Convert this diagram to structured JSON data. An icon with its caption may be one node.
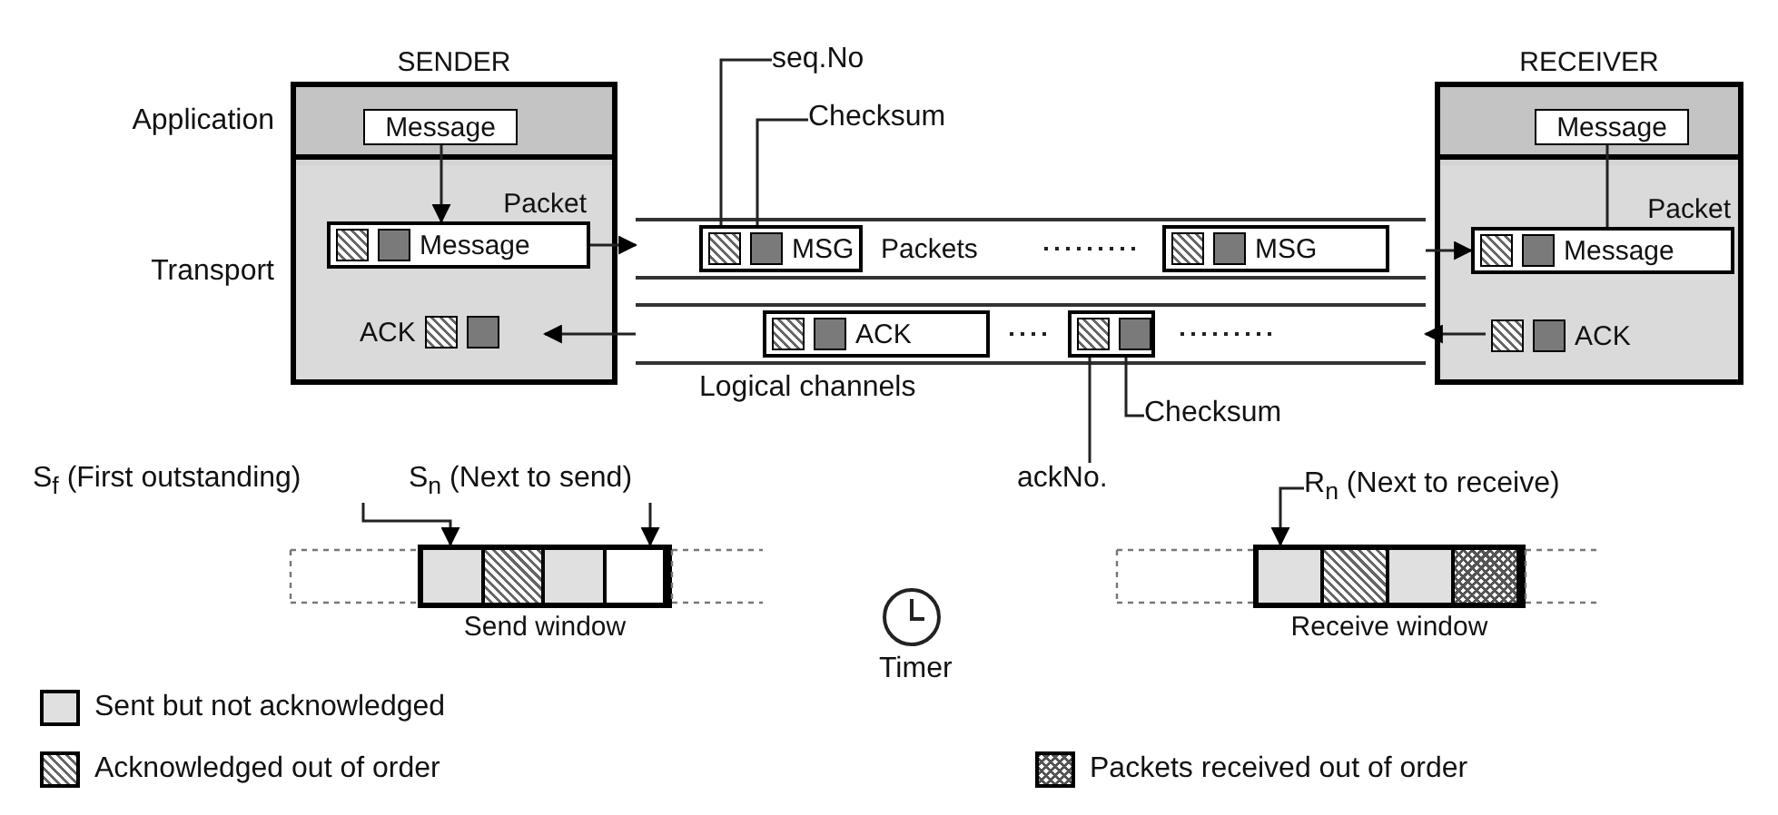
{
  "diagram": {
    "nodes": [
      {
        "text": [
          "SENDER"
        ]
      },
      {
        "text": [
          "Application"
        ],
        "in": 0
      },
      {
        "text": [
          "Message"
        ],
        "in": 1
      },
      {
        "text": [
          "Transport"
        ],
        "in": 0
      },
      {
        "text": [
          "Packet",
          "Message"
        ],
        "in": 3
      },
      {
        "text": [
          "ACK"
        ],
        "in": 3
      },
      {
        "text": [
          "RECEIVER"
        ]
      },
      {
        "text": [],
        "shape": "box",
        "in": 6
      },
      {
        "text": [
          "Message"
        ],
        "in": 7
      },
      {
        "text": [],
        "shape": "box",
        "in": 6
      },
      {
        "text": [
          "Packet",
          "Message"
        ],
        "in": 9
      },
      {
        "text": [
          "ACK"
        ],
        "in": 9
      },
      {
        "text": [
          "Packets"
        ]
      },
      {
        "text": [
          "MSG"
        ],
        "in": 12
      },
      {
        "text": [
          "MSG"
        ],
        "in": 12
      },
      {
        "text": [],
        "shape": "box"
      },
      {
        "text": [
          "ACK"
        ],
        "in": 15
      },
      {
        "text": [],
        "shape": "box",
        "in": 15
      },
      {
        "text": [
          "seq.No"
        ]
      },
      {
        "text": [
          "Checksum"
        ]
      },
      {
        "text": [
          "ackNo."
        ]
      },
      {
        "text": [
          "Checksum"
        ]
      },
      {
        "text": [
          "S$_{f}$ (First outstanding)"
        ]
      },
      {
        "text": [
          "S$_{n}$ (Next to send)"
        ]
      },
      {
        "text": [
          "Send window"
        ]
      },
      {
        "text": [
          "R$_{n}$ (Next to receive)"
        ]
      },
      {
        "text": [
          "Receive window"
        ]
      }
    ],
    "edges": [
      {
        "from": 2,
        "to": 4,
        "arrow": "to"
      },
      {
        "from": 4,
        "to": 12,
        "arrow": "to"
      },
      {
        "from": 12,
        "to": 10,
        "arrow": "to"
      },
      {
        "from": 10,
        "to": 8,
        "arrow": "none"
      },
      {
        "from": 11,
        "to": 15,
        "arrow": "to"
      },
      {
        "from": 15,
        "to": 5,
        "arrow": "to"
      },
      {
        "from": 18,
        "to": 13,
        "arrow": "none"
      },
      {
        "from": 19,
        "to": 13,
        "arrow": "none"
      },
      {
        "from": 20,
        "to": 17,
        "arrow": "none"
      },
      {
        "from": 21,
        "to": 17,
        "arrow": "none"
      },
      {
        "from": 22,
        "to": 24,
        "arrow": "to"
      },
      {
        "from": 23,
        "to": 24,
        "arrow": "to"
      },
      {
        "from": 25,
        "to": 26,
        "arrow": "to"
      }
    ],
    "labels": [
      "Logical channels",
      "Timer"
    ],
    "legend": [
      {
        "text": "Sent but not acknowledged",
        "color": "#e0e0e0"
      },
      {
        "text": "Acknowledged out of order"
      },
      {
        "text": "Packets received out of order"
      }
    ]
  }
}
